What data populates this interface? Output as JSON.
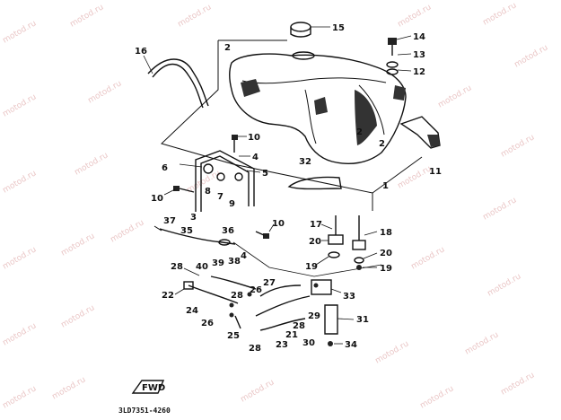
{
  "watermark": {
    "text": "motod.ru"
  },
  "callouts": {
    "c1": "1",
    "c2a": "2",
    "c2b": "2",
    "c2c": "2",
    "c3": "3",
    "c4a": "4",
    "c4b": "4",
    "c5": "5",
    "c6": "6",
    "c7": "7",
    "c8": "8",
    "c9": "9",
    "c10a": "10",
    "c10b": "10",
    "c10c": "10",
    "c11": "11",
    "c12": "12",
    "c13": "13",
    "c14": "14",
    "c15": "15",
    "c16": "16",
    "c17": "17",
    "c18": "18",
    "c19a": "19",
    "c19b": "19",
    "c20a": "20",
    "c20b": "20",
    "c21": "21",
    "c22": "22",
    "c23": "23",
    "c24": "24",
    "c25": "25",
    "c26a": "26",
    "c26b": "26",
    "c27": "27",
    "c28a": "28",
    "c28b": "28",
    "c28c": "28",
    "c28d": "28",
    "c29": "29",
    "c30": "30",
    "c31": "31",
    "c32": "32",
    "c33": "33",
    "c34": "34",
    "c35": "35",
    "c36": "36",
    "c37": "37",
    "c38": "38",
    "c39": "39",
    "c40": "40"
  },
  "front_marker": "FWD",
  "doc_code": "3LD7351-4260"
}
